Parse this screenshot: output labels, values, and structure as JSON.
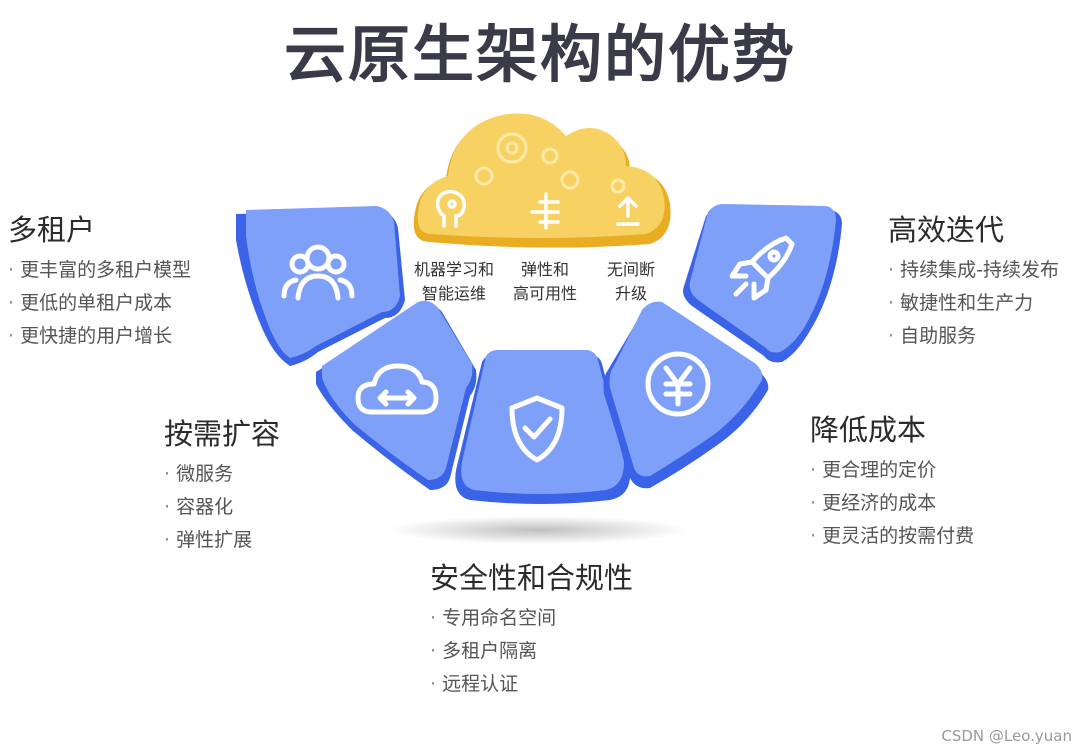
{
  "title": "云原生架构的优势",
  "cloud": {
    "labels": [
      {
        "line1": "机器学习和",
        "line2": "智能运维"
      },
      {
        "line1": "弹性和",
        "line2": "高可用性"
      },
      {
        "line1": "无间断",
        "line2": "升级"
      }
    ]
  },
  "features": {
    "multi_tenant": {
      "title": "多租户",
      "items": [
        "更丰富的多租户模型",
        "更低的单租户成本",
        "更快捷的用户增长"
      ]
    },
    "scaling": {
      "title": "按需扩容",
      "items": [
        "微服务",
        "容器化",
        "弹性扩展"
      ]
    },
    "security": {
      "title": "安全性和合规性",
      "items": [
        "专用命名空间",
        "多租户隔离",
        "远程认证"
      ]
    },
    "cost": {
      "title": "降低成本",
      "items": [
        "更合理的定价",
        "更经济的成本",
        "更灵活的按需付费"
      ]
    },
    "iteration": {
      "title": "高效迭代",
      "items": [
        "持续集成-持续发布",
        "敏捷性和生产力",
        "自助服务"
      ]
    }
  },
  "colors": {
    "tile": "#7fa0f8",
    "tile_edge": "#3b63e8",
    "cloud": "#f7d263",
    "cloud_edge": "#e9ad24",
    "title": "#3a3a48"
  },
  "watermark": "CSDN @Leo.yuan"
}
